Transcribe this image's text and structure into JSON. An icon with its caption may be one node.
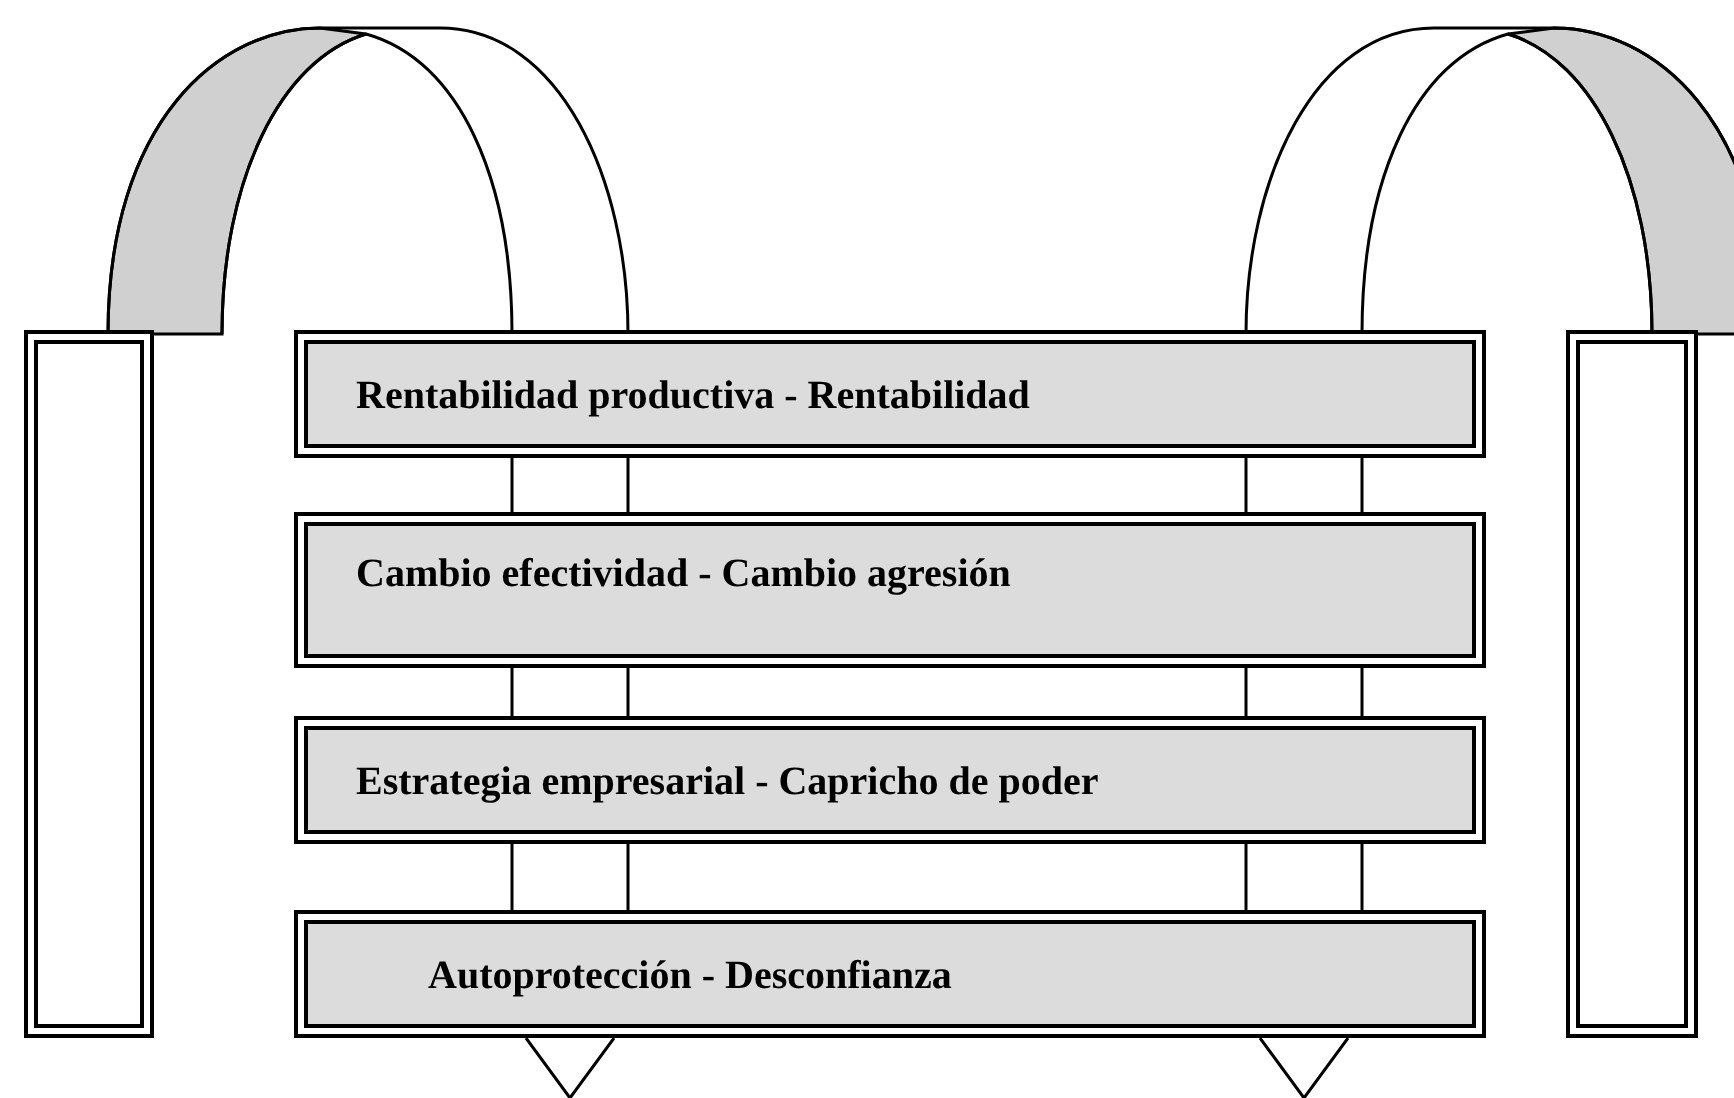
{
  "diagram": {
    "nodes": [
      {
        "text": [
          "Rentabilidad productiva - Rentabilidad"
        ]
      },
      {
        "text": [
          "Cambio efectividad - Cambio agresión"
        ]
      },
      {
        "text": [
          "Estrategia empresarial - Capricho de poder"
        ]
      },
      {
        "text": [
          "Autoprotección - Desconfianza"
        ]
      },
      {
        "text": [],
        "shape": "box"
      },
      {
        "text": [],
        "shape": "box"
      },
      {
        "text": [],
        "shape": "triangle"
      },
      {
        "text": [],
        "shape": "triangle"
      }
    ],
    "edges": [
      {
        "from": 0,
        "to": 1,
        "arrow": "none"
      },
      {
        "from": 0,
        "to": 1,
        "arrow": "none"
      },
      {
        "from": 1,
        "to": 2,
        "arrow": "none"
      },
      {
        "from": 1,
        "to": 2,
        "arrow": "none"
      },
      {
        "from": 2,
        "to": 3,
        "arrow": "none"
      },
      {
        "from": 2,
        "to": 3,
        "arrow": "none"
      }
    ]
  }
}
